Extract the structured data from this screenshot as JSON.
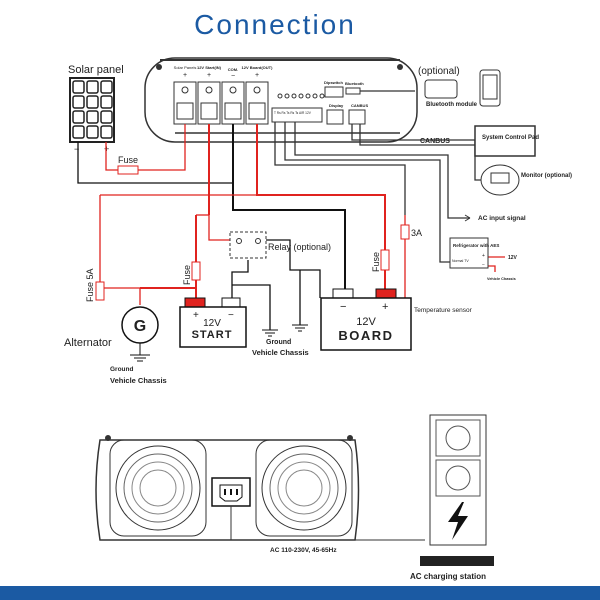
{
  "title": "Connection",
  "colors": {
    "title": "#1b5aa3",
    "positive_wire": "#e0231f",
    "negative_wire": "#111111",
    "signal_wire": "#333333",
    "bottom_bar": "#1b5aa3"
  },
  "unit": {
    "terminals": [
      {
        "label": "Solar Panels",
        "sign": "+"
      },
      {
        "label": "12V Start(IN)",
        "sign": "+"
      },
      {
        "label": "COM.",
        "sign": "−"
      },
      {
        "label": "12V Board(OUT)",
        "sign": "+"
      }
    ],
    "dipswitch": "Dipswitch",
    "bluetooth": "Bluetooth",
    "display": "Display",
    "canbus_port": "CANBUS",
    "terminal_block": "T  Rs Rs  Ts Rs Ts  AIR  12V"
  },
  "solar": {
    "label": "Solar panel",
    "neg": "−",
    "pos": "+"
  },
  "fuse_solar": "Fuse",
  "optional": "(optional)",
  "bluetooth_module": "Bluetooth module",
  "canbus": "CANBUS",
  "control_pad": "System Control Pad",
  "monitor": "Monitor (optional)",
  "ac_input": "AC input signal",
  "fuse_3a": "3A",
  "refrigerator": {
    "label": "Refrigerator with AES",
    "signal": "Normal TV",
    "plus": "+",
    "minus": "−",
    "v12": "12V",
    "chassis": "Vehicle Chassis"
  },
  "relay": "Relay (optional)",
  "fuse_alt": "Fuse 5A",
  "fuse_start": "Fuse",
  "fuse_board": "Fuse",
  "start_battery": {
    "v": "12V",
    "name": "START",
    "plus": "+",
    "minus": "−"
  },
  "board_battery": {
    "v": "12V",
    "name": "BOARD",
    "plus": "+",
    "minus": "−"
  },
  "temperature_sensor": "Temperature sensor",
  "alternator": {
    "label": "Alternator",
    "symbol": "G"
  },
  "ground_1": "Ground",
  "chassis_1": "Vehicle Chassis",
  "ground_2": "Ground",
  "chassis_2": "Vehicle Chassis",
  "ac_spec": "AC 110-230V, 45-65Hz",
  "ac_station": "AC charging station"
}
